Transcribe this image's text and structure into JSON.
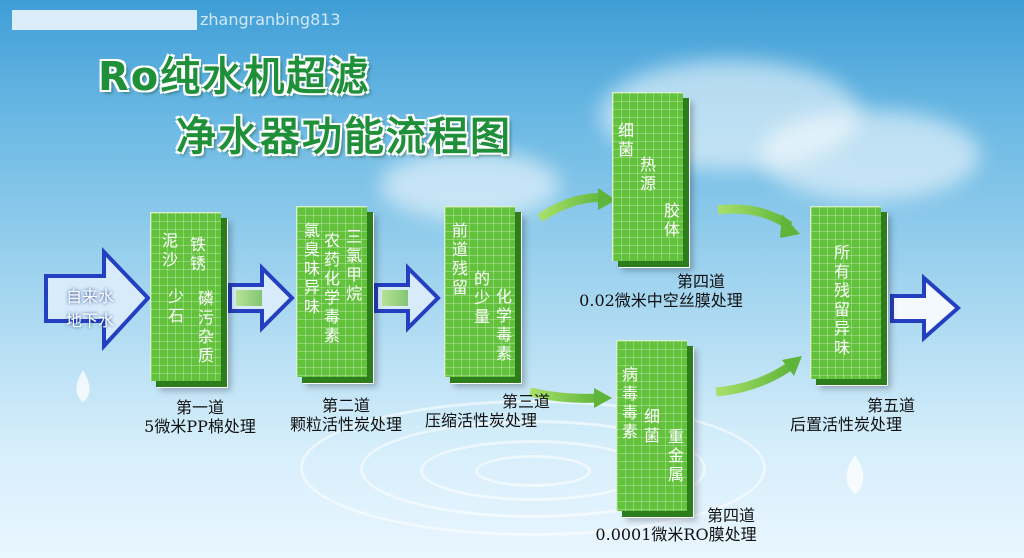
{
  "title": {
    "line1": "Ro纯水机超滤",
    "line2": "净水器功能流程图"
  },
  "watermark": "zhangranbing813",
  "input": {
    "line1": "自来水",
    "line2": "地下水"
  },
  "stages": [
    {
      "label_line1": "第一道",
      "label_line2": "5微米PP棉处理",
      "panel_text": [
        "泥沙",
        "铁锈",
        "少石",
        "磷污杂质"
      ]
    },
    {
      "label_line1": "第二道",
      "label_line2": "颗粒活性炭处理",
      "panel_text": [
        "氯臭味异味",
        "农药化学毒素",
        "三氯甲烷"
      ]
    },
    {
      "label_line1": "第三道",
      "label_line2": "压缩活性炭处理",
      "panel_text": [
        "前道残留",
        "的少量",
        "化学毒素"
      ]
    },
    {
      "label_line1": "第四道",
      "label_line2": "0.02微米中空丝膜处理",
      "panel_text": [
        "细菌",
        "热源",
        "胶体"
      ]
    },
    {
      "label_line1": "第四道",
      "label_line2": "0.0001微米RO膜处理",
      "panel_text": [
        "病毒毒素",
        "细菌",
        "重金属"
      ]
    },
    {
      "label_line1": "第五道",
      "label_line2": "后置活性炭处理",
      "panel_text": [
        "所有残留异味"
      ]
    }
  ],
  "colors": {
    "panel": "#62c23c",
    "title": "#1f8f3a",
    "arrow_blue_outline": "#2440c0",
    "arrow_green": "#7cc94a"
  }
}
